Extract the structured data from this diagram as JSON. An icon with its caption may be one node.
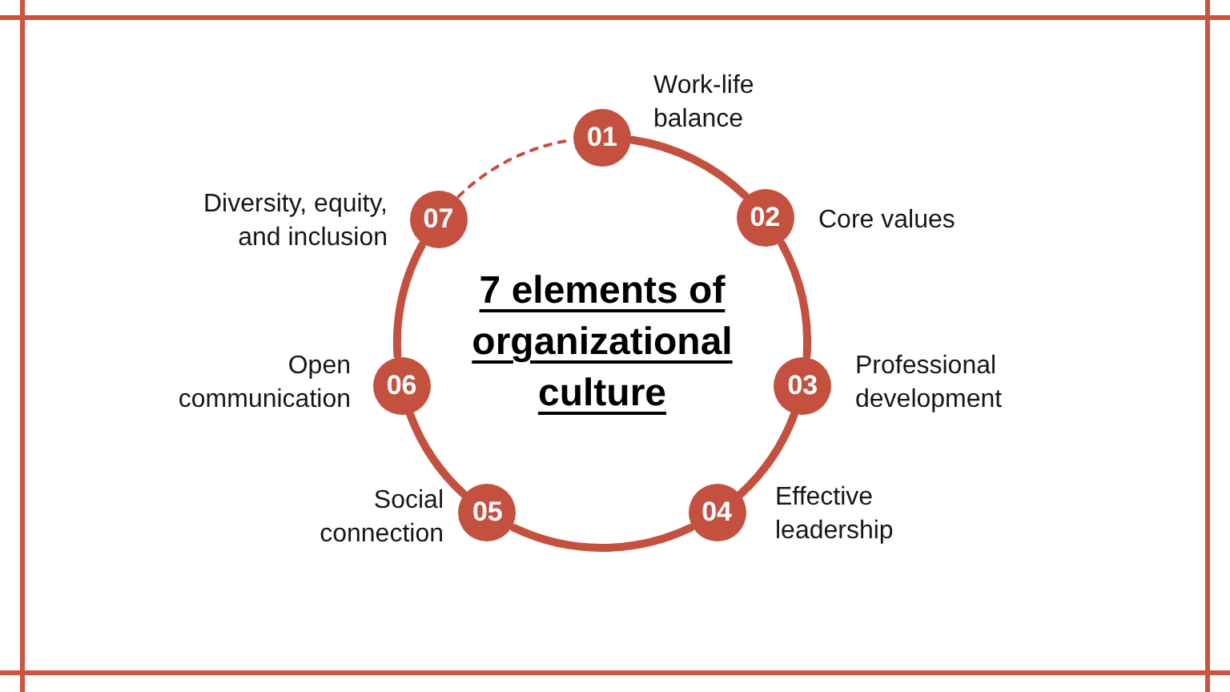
{
  "diagram": {
    "title": "7 elements of organizational culture",
    "nodes": [
      {
        "text": [
          "01"
        ],
        "beside": [
          "Work-life balance"
        ]
      },
      {
        "text": [
          "02"
        ],
        "beside": [
          "Core values"
        ]
      },
      {
        "text": [
          "03"
        ],
        "beside": [
          "Professional development"
        ]
      },
      {
        "text": [
          "04"
        ],
        "beside": [
          "Effective leadership"
        ]
      },
      {
        "text": [
          "05"
        ],
        "beside": [
          "Social connection"
        ]
      },
      {
        "text": [
          "06"
        ],
        "beside": [
          "Open communication"
        ]
      },
      {
        "text": [
          "07"
        ],
        "beside": [
          "Diversity, equity, and inclusion"
        ]
      }
    ],
    "edges": [
      {
        "from": 0,
        "to": 1,
        "arrow": "none"
      },
      {
        "from": 1,
        "to": 2,
        "arrow": "none"
      },
      {
        "from": 2,
        "to": 3,
        "arrow": "none"
      },
      {
        "from": 3,
        "to": 4,
        "arrow": "none"
      },
      {
        "from": 4,
        "to": 5,
        "arrow": "none"
      },
      {
        "from": 5,
        "to": 6,
        "arrow": "none"
      },
      {
        "from": 6,
        "to": 0,
        "arrow": "none",
        "style": "dashed"
      }
    ]
  }
}
